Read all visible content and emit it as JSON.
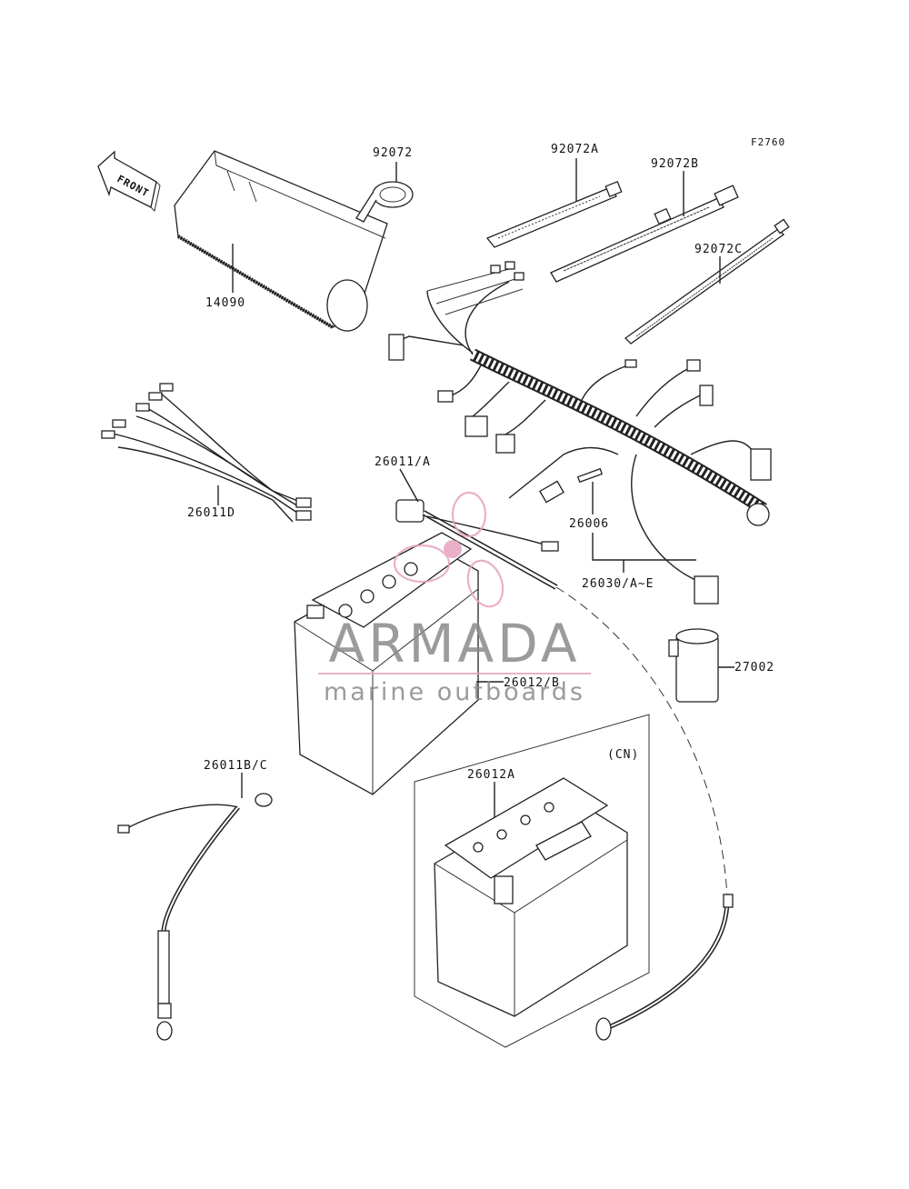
{
  "figure_code": "F2760",
  "front_label": "FRONT",
  "labels": {
    "p92072": "92072",
    "p92072A": "92072A",
    "p92072B": "92072B",
    "p92072C": "92072C",
    "p14090": "14090",
    "p26011D": "26011D",
    "p26011A": "26011/A",
    "p26006": "26006",
    "p26030": "26030/A~E",
    "p27002": "27002",
    "p26012B": "26012/B",
    "p26011BC": "26011B/C",
    "p26012A": "26012A",
    "cn": "(CN)"
  },
  "watermark": {
    "name": "ARMADA",
    "tagline": "marine outboards",
    "colors": {
      "text": "#8a8a8a",
      "accent": "#e7a3c0"
    }
  }
}
